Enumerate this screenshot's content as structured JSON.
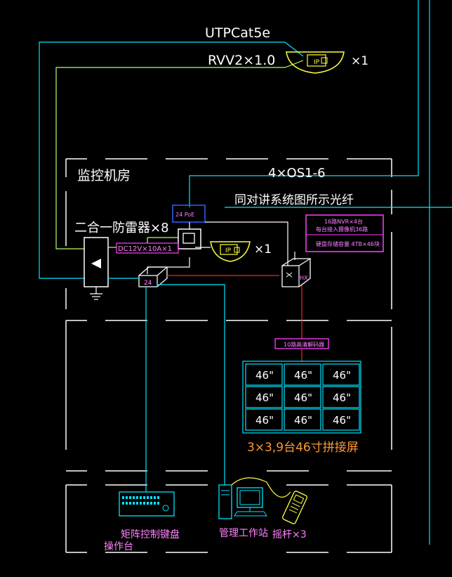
{
  "cables": {
    "utp": "UTPCat5e",
    "rvv": "RVV2×1.0"
  },
  "top_camera": {
    "icon": "dome-camera-icon",
    "badge": "IP",
    "qty": "×1"
  },
  "room": {
    "title": "监控机房",
    "fiber_count": "4×OS1-6",
    "fiber_note": "同对讲系统图所示光纤"
  },
  "surge": {
    "label": "二合一防雷器×8"
  },
  "power": {
    "label": "DC12V×10A×1"
  },
  "poe_switch": {
    "label": "24 PoE"
  },
  "room_camera": {
    "badge": "IP",
    "qty": "×1"
  },
  "nvr": {
    "line1": "16路NVR×4台",
    "line2": "每台接入摄像机36路",
    "line3": "硬盘存储容量 4TB×46块"
  },
  "core_switch": {
    "label": "HX"
  },
  "switch24": {
    "label": "24"
  },
  "decoder": {
    "label": "10路高清解码器"
  },
  "video_wall": {
    "cells": [
      "46\"",
      "46\"",
      "46\"",
      "46\"",
      "46\"",
      "46\"",
      "46\"",
      "46\"",
      "46\""
    ],
    "caption": "3×3,9台46寸拼接屏"
  },
  "devices": {
    "keyboard": "矩阵控制键盘",
    "console": "操作台",
    "workstation": "管理工作站",
    "ptz": "摇杆×3"
  },
  "colors": {
    "cyan": "#00e5ff",
    "green": "#b4ff64",
    "magenta": "#ff40ff",
    "red": "#ff2020",
    "white": "#ffffff",
    "orange": "#ff9933",
    "yellow": "#ffff40",
    "blue": "#3060ff",
    "pink": "#ff80ff"
  }
}
